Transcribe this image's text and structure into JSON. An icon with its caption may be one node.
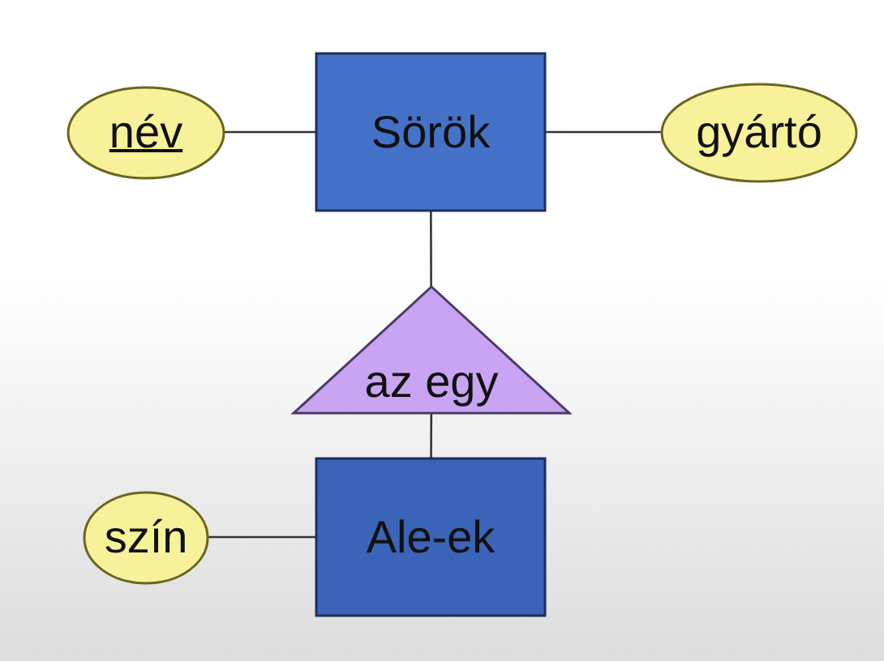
{
  "diagram": {
    "nodes": [
      {
        "text": [
          "név"
        ]
      },
      {
        "text": [
          "Sörök"
        ]
      },
      {
        "text": [
          "gyártó"
        ]
      },
      {
        "text": [
          "az egy"
        ]
      },
      {
        "text": [
          "Ale-ek"
        ]
      },
      {
        "text": [
          "szín"
        ]
      }
    ],
    "edges": [
      {
        "from": 0,
        "to": 1,
        "arrow": "none"
      },
      {
        "from": 1,
        "to": 2,
        "arrow": "none"
      },
      {
        "from": 1,
        "to": 3,
        "arrow": "none"
      },
      {
        "from": 3,
        "to": 4,
        "arrow": "none"
      },
      {
        "from": 5,
        "to": 4,
        "arrow": "none"
      }
    ]
  }
}
